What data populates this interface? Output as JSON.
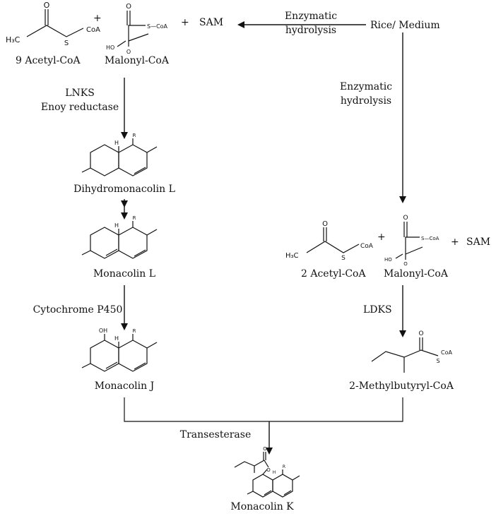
{
  "labels": {
    "acetyl_coa_9": "9 Acetyl-CoA",
    "malonyl_coa_top": "Malonyl-CoA",
    "plus_1": "+",
    "plus_2": "+",
    "sam_top": "SAM",
    "enzymatic_hydrolysis_top_1": "Enzymatic",
    "enzymatic_hydrolysis_top_2": "hydrolysis",
    "rice_medium": "Rice/ Medium",
    "enzymatic_hydrolysis_right_1": "Enzymatic",
    "enzymatic_hydrolysis_right_2": "hydrolysis",
    "lnks": "LNKS",
    "enoy_reductase": "Enoy reductase",
    "dihydromonacolin_l": "Dihydromonacolin L",
    "monacolin_l": "Monacolin L",
    "cytochrome_p450": "Cytochrome P450",
    "monacolin_j": "Monacolin J",
    "acetyl_coa_2": "2 Acetyl-CoA",
    "malonyl_coa_right": "Malonyl-CoA",
    "plus_3": "+",
    "plus_4": "+",
    "sam_right": "SAM",
    "ldks": "LDKS",
    "methylbutyryl_coa": "2-Methylbutyryl-CoA",
    "transesterase": "Transesterase",
    "monacolin_k": "Monacolin K"
  },
  "atoms": {
    "o": "O",
    "s": "S",
    "coa": "CoA",
    "s_coa": "S—CoA",
    "ho": "HO",
    "h3c": "H₃C",
    "h": "H",
    "r": "R",
    "oh": "OH"
  }
}
